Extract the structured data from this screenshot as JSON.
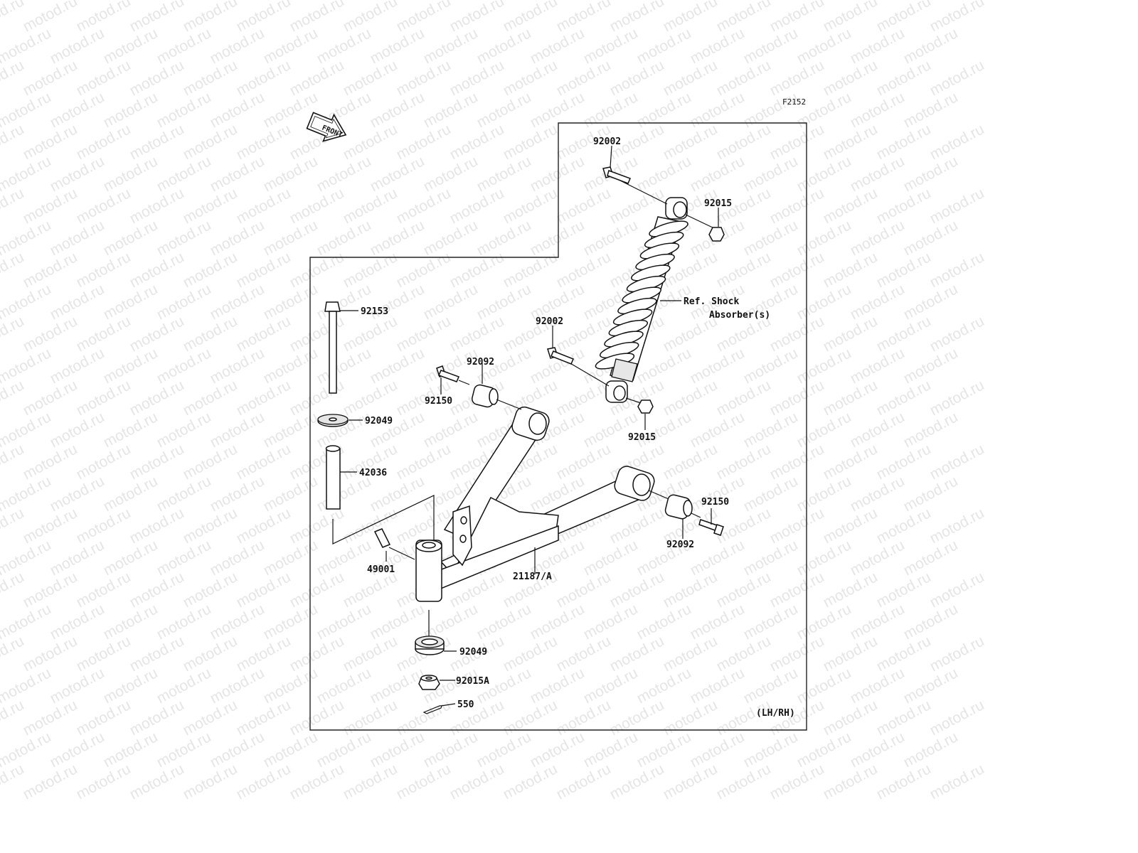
{
  "diagram_code": "F2152",
  "front_label": "FRONT",
  "watermark": "motod.ru",
  "variant_note": "(LH/RH)",
  "shock_reference": {
    "line1": "Ref. Shock",
    "line2": "Absorber(s)"
  },
  "callouts": {
    "bolt_upper_shock": "92002",
    "nut_upper_shock": "92015",
    "bolt_lower_shock": "92002",
    "nut_lower_shock": "92015",
    "kingpin_bolt": "92153",
    "washer_upper": "92049",
    "collar": "42036",
    "grease_fitting": "49001",
    "bushing_upper_left": "92092",
    "bolt_upper_left": "92150",
    "bolt_right": "92150",
    "bushing_right": "92092",
    "arm_assembly": "21187/A",
    "washer_lower": "92049",
    "nut_lower": "92015A",
    "cotter_pin": "550"
  }
}
